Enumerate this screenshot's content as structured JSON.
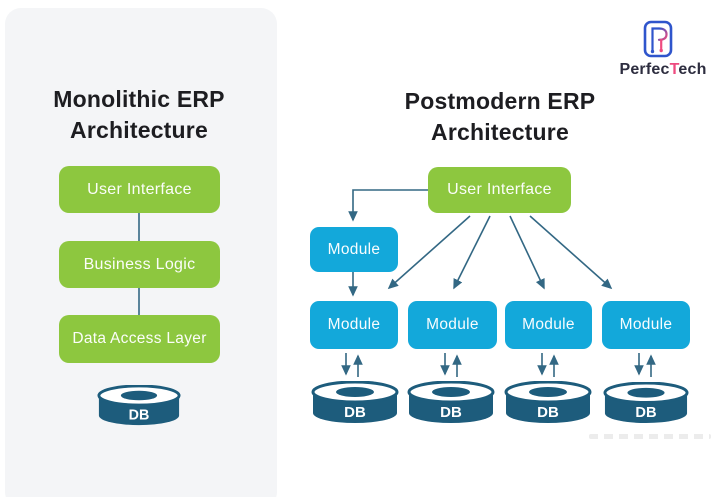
{
  "brand": {
    "part1": "Perfec",
    "part2": "T",
    "part3": "ech"
  },
  "left": {
    "title_line1": "Monolithic ERP",
    "title_line2": "Architecture",
    "layers": [
      "User Interface",
      "Business Logic",
      "Data Access Layer"
    ],
    "db": "DB"
  },
  "right": {
    "title_line1": "Postmodern ERP",
    "title_line2": "Architecture",
    "ui": "User Interface",
    "modules": [
      "Module",
      "Module",
      "Module",
      "Module",
      "Module"
    ],
    "dbs": [
      "DB",
      "DB",
      "DB",
      "DB"
    ]
  },
  "colors": {
    "green": "#8dc73f",
    "blue": "#13a8da",
    "db_teal": "#1d5c7c",
    "connector": "#336884",
    "panel_gray": "#f4f5f7",
    "title_text": "#1d1d21",
    "logo_blue": "#2f55cc",
    "logo_pink": "#ee4b80"
  }
}
